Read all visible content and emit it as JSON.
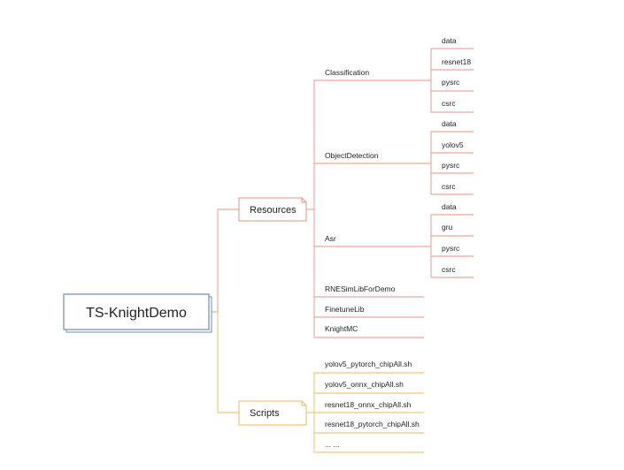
{
  "root": {
    "label": "TS-KnightDemo"
  },
  "colors": {
    "root_border": "#6a8db4",
    "resources_line": "#e8927c",
    "scripts_line": "#f0b75a",
    "text": "#222222"
  },
  "branches": {
    "resources": {
      "label": "Resources",
      "children": [
        {
          "label": "Classification",
          "children": [
            {
              "label": "data"
            },
            {
              "label": "resnet18"
            },
            {
              "label": "pysrc"
            },
            {
              "label": "csrc"
            }
          ]
        },
        {
          "label": "ObjectDetection",
          "children": [
            {
              "label": "data"
            },
            {
              "label": "yolov5"
            },
            {
              "label": "pysrc"
            },
            {
              "label": "csrc"
            }
          ]
        },
        {
          "label": "Asr",
          "children": [
            {
              "label": "data"
            },
            {
              "label": "gru"
            },
            {
              "label": "pysrc"
            },
            {
              "label": "csrc"
            }
          ]
        },
        {
          "label": "RNESimLibForDemo"
        },
        {
          "label": "FinetuneLib"
        },
        {
          "label": "KnightMC"
        }
      ]
    },
    "scripts": {
      "label": "Scripts",
      "children": [
        {
          "label": "yolov5_pytorch_chipAll.sh"
        },
        {
          "label": "yolov5_onnx_chipAll.sh"
        },
        {
          "label": "resnet18_onnx_chipAll.sh"
        },
        {
          "label": "resnet18_pytorch_chipAll.sh"
        },
        {
          "label": "... ..."
        }
      ]
    }
  }
}
